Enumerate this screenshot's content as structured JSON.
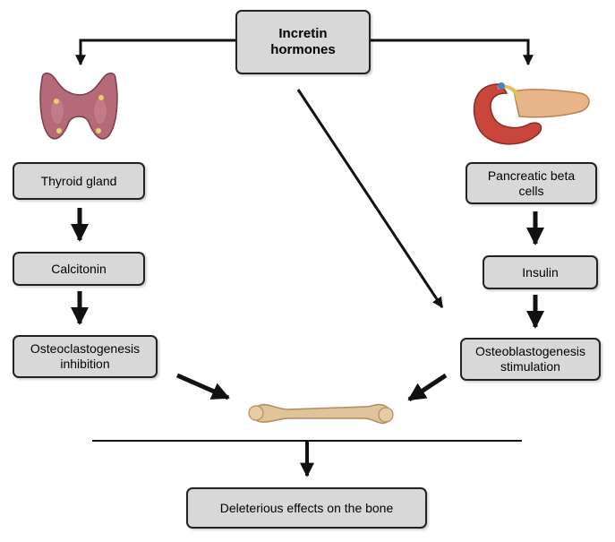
{
  "nodes": {
    "incretin": "Incretin\nhormones",
    "thyroid": "Thyroid gland",
    "calcitonin": "Calcitonin",
    "osteoclastogenesis": "Osteoclastogenesis\ninhibition",
    "pancreatic": "Pancreatic beta\ncells",
    "insulin": "Insulin",
    "osteoblastogenesis": "Osteoblastogenesis\nstimulation",
    "deleterious": "Deleterious effects on the bone"
  },
  "icons": {
    "thyroid": "thyroid-gland-icon",
    "pancreas": "pancreas-icon",
    "bone": "femur-bone-icon"
  },
  "colors": {
    "box_fill": "#d8d8d8",
    "box_border": "#222222",
    "arrow": "#111111",
    "thyroid": "#b46a78",
    "pancreas": "#e8b48a",
    "duodenum": "#c8463c",
    "bone": "#e0c39a"
  }
}
